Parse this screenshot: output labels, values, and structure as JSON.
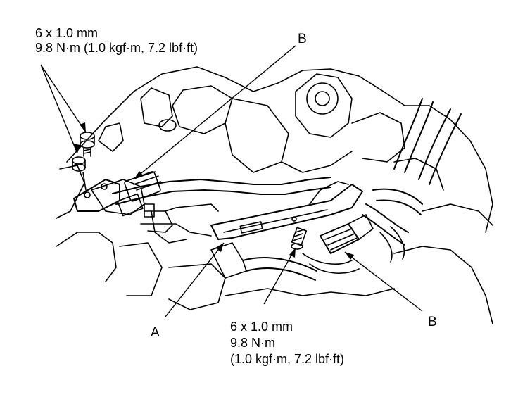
{
  "callouts": {
    "top_left": {
      "line1": "6 x 1.0 mm",
      "line2": "9.8 N·m (1.0 kgf·m, 7.2 lbf·ft)"
    },
    "bottom_center": {
      "line1": "6 x 1.0 mm",
      "line2": "9.8 N·m",
      "line3": "(1.0 kgf·m, 7.2 lbf·ft)"
    },
    "label_a": "A",
    "label_b_top": "B",
    "label_b_bottom": "B"
  },
  "colors": {
    "ink": "#000000",
    "background": "#ffffff"
  }
}
